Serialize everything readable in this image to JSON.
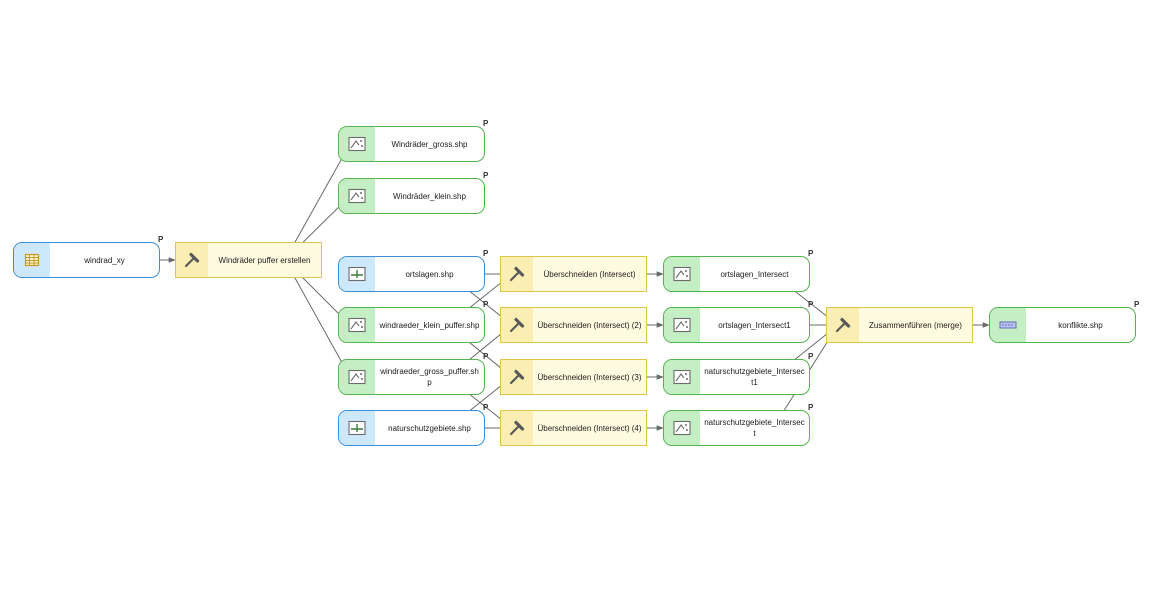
{
  "nodes": {
    "windrad_xy": {
      "label": "windrad_xy",
      "kind": "table",
      "param": "P"
    },
    "puffer_tool": {
      "label": "Windräder puffer erstellen",
      "kind": "tool"
    },
    "windraeder_gross": {
      "label": "Windräder_gross.shp",
      "kind": "feature",
      "param": "P"
    },
    "windraeder_klein": {
      "label": "Windräder_klein.shp",
      "kind": "feature",
      "param": "P"
    },
    "ortslagen": {
      "label": "ortslagen.shp",
      "kind": "line-input",
      "param": "P"
    },
    "klein_puffer": {
      "label": "windraeder_klein_puffer.shp",
      "kind": "feature",
      "param": "P"
    },
    "gross_puffer": {
      "label": "windraeder_gross_puffer.shp",
      "kind": "feature",
      "param": "P"
    },
    "naturschutz": {
      "label": "naturschutzgebiete.shp",
      "kind": "line-input",
      "param": "P"
    },
    "intersect1": {
      "label": "Überschneiden (Intersect)",
      "kind": "tool"
    },
    "intersect2": {
      "label": "Überschneiden (Intersect) (2)",
      "kind": "tool"
    },
    "intersect3": {
      "label": "Überschneiden (Intersect) (3)",
      "kind": "tool"
    },
    "intersect4": {
      "label": "Überschneiden (Intersect) (4)",
      "kind": "tool"
    },
    "ortslagen_intersect": {
      "label": "ortslagen_Intersect",
      "kind": "feature",
      "param": "P"
    },
    "ortslagen_intersect1": {
      "label": "ortslagen_Intersect1",
      "kind": "feature",
      "param": "P"
    },
    "natur_intersect1": {
      "label": "naturschutzgebiete_Intersect1",
      "kind": "feature",
      "param": "P"
    },
    "natur_intersect": {
      "label": "naturschutzgebiete_Intersect",
      "kind": "feature",
      "param": "P"
    },
    "merge": {
      "label": "Zusammenführen (merge)",
      "kind": "tool"
    },
    "konflikte": {
      "label": "konflikte.shp",
      "kind": "feature-output",
      "param": "P"
    }
  },
  "edges": [
    [
      "windrad_xy",
      "puffer_tool"
    ],
    [
      "puffer_tool",
      "windraeder_gross"
    ],
    [
      "puffer_tool",
      "windraeder_klein"
    ],
    [
      "puffer_tool",
      "klein_puffer"
    ],
    [
      "puffer_tool",
      "gross_puffer"
    ],
    [
      "ortslagen",
      "intersect1"
    ],
    [
      "ortslagen",
      "intersect2"
    ],
    [
      "klein_puffer",
      "intersect1"
    ],
    [
      "klein_puffer",
      "intersect3"
    ],
    [
      "gross_puffer",
      "intersect2"
    ],
    [
      "gross_puffer",
      "intersect4"
    ],
    [
      "naturschutz",
      "intersect3"
    ],
    [
      "naturschutz",
      "intersect4"
    ],
    [
      "intersect1",
      "ortslagen_intersect"
    ],
    [
      "intersect2",
      "ortslagen_intersect1"
    ],
    [
      "intersect3",
      "natur_intersect1"
    ],
    [
      "intersect4",
      "natur_intersect"
    ],
    [
      "ortslagen_intersect",
      "merge"
    ],
    [
      "ortslagen_intersect1",
      "merge"
    ],
    [
      "natur_intersect1",
      "merge"
    ],
    [
      "natur_intersect",
      "merge"
    ],
    [
      "merge",
      "konflikte"
    ]
  ],
  "colors": {
    "data_border": "#54b44d",
    "input_border": "#3d8fd6",
    "tool_border": "#e0c548",
    "edge": "#6a6a6a"
  }
}
